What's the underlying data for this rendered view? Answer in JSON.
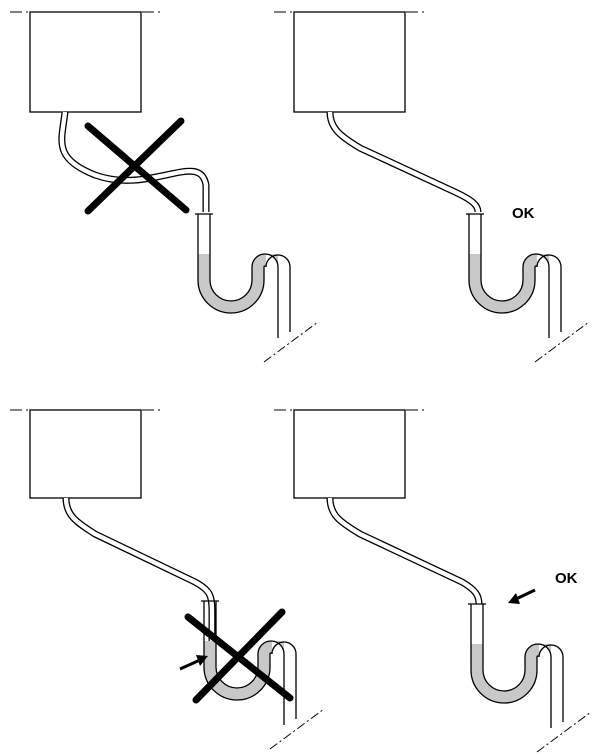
{
  "colors": {
    "line": "#000000",
    "water": "#c8c8c8",
    "background": "#ffffff"
  },
  "panels": [
    {
      "id": "top-left",
      "verdict": "incorrect",
      "label": "",
      "marker": "cross-icon",
      "arrow": false
    },
    {
      "id": "top-right",
      "verdict": "correct",
      "label": "OK",
      "marker": "",
      "arrow": false
    },
    {
      "id": "bottom-left",
      "verdict": "incorrect",
      "label": "",
      "marker": "cross-icon",
      "arrow": true
    },
    {
      "id": "bottom-right",
      "verdict": "correct",
      "label": "OK",
      "marker": "",
      "arrow": true
    }
  ]
}
